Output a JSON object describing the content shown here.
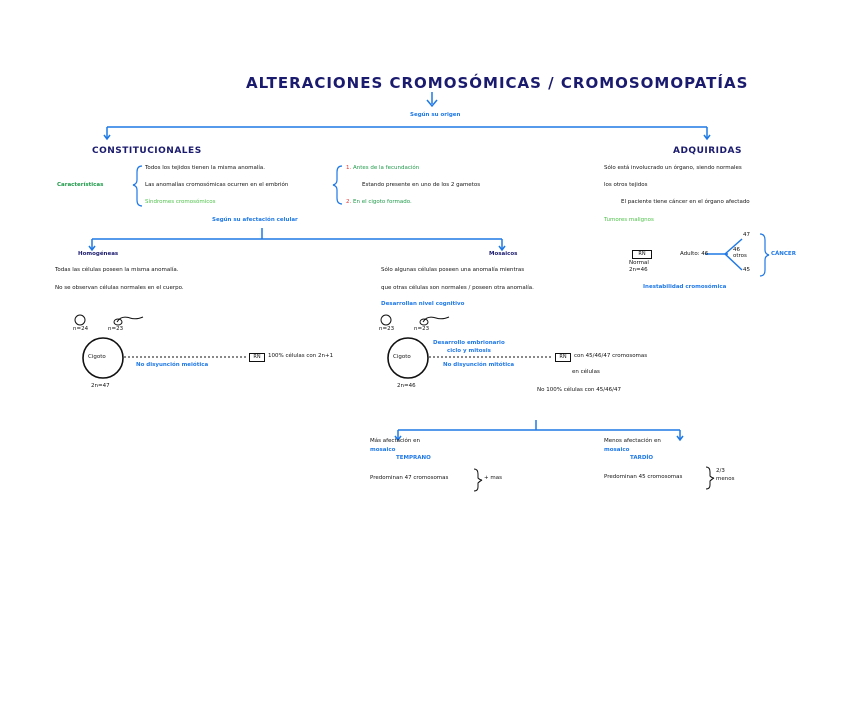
{
  "title": "ALTERACIONES CROMOSÓMICAS / CROMOSOMOPATÍAS",
  "segun_origen": "Según su origen",
  "constitucionales": {
    "heading": "CONSTITUCIONALES",
    "caracteristicas": "Características",
    "lines": [
      "Todos los tejidos tienen la misma anomalía.",
      "Las anomalías cromosómicas ocurren en el embrión",
      "Síndromes cromosómicos"
    ],
    "timing": [
      {
        "num": "1.",
        "text": "Antes de la fecundación"
      },
      {
        "num": "",
        "text": "Estando presente en uno de los 2 gametos"
      },
      {
        "num": "2.",
        "text": "En el cigoto formado."
      }
    ],
    "segun_afectacion": "Según su afectación celular"
  },
  "adquiridas": {
    "heading": "ADQUIRIDAS",
    "lines": [
      "Sólo está involucrado un órgano, siendo normales",
      "los otros tejidos",
      "El paciente tiene cáncer en el órgano afectado",
      "Tumores malignos"
    ],
    "rn_label": "RN",
    "normal": "Normal",
    "n_normal": "2n=46",
    "adulto": "Adulto: 46",
    "top_num": "47",
    "mid_label": "46",
    "mid_sub": "otros",
    "bottom_num": "45",
    "cancer": "CÁNCER",
    "inestabilidad": "Inestabilidad cromosómica"
  },
  "homogeneas": {
    "heading": "Homogéneas",
    "lines": [
      "Todas las células poseen la misma anomalía.",
      "No se observan células normales en el cuerpo."
    ],
    "ovulo": "n=24",
    "esperma": "n=23",
    "cigoto": "Cigoto",
    "cigoto_n": "2n=47",
    "no_disyuncion": "No disyunción meiótica",
    "rn": "RN",
    "rn_text": "100% células con 2n+1"
  },
  "mosaicos": {
    "heading": "Mosaicos",
    "lines": [
      "Sólo algunas células poseen una anomalía mientras",
      "que otras células son normales / poseen otra anomalía."
    ],
    "desarrollo": "Desarrollan nivel cognitivo",
    "ovulo": "n=23",
    "esperma": "n=23",
    "cigoto": "Cigoto",
    "cigoto_n": "2n=46",
    "desarrollo_emb": "Desarrollo embrionario",
    "ciclo": "ciclo y mitosis",
    "no_disyuncion": "No disyunción mitótica",
    "rn": "RN",
    "rn_text": "con 45/46/47 cromosomas",
    "en_celulas": "en células",
    "no_100": "No 100% células con 45/46/47",
    "mas": {
      "line1": "Más afectación en",
      "line2": "mosaico",
      "line3": "TEMPRANO",
      "predominan": "Predominan 47 cromosomas",
      "brace": "+ mas"
    },
    "menos": {
      "line1": "Menos afectación en",
      "line2": "mosaico",
      "line3": "TARDÍO",
      "predominan": "Predominan 45 cromosomas",
      "brace1": "2/3",
      "brace2": "menos"
    }
  },
  "colors": {
    "navy": "#1a1a6e",
    "blue": "#1e78e6",
    "green": "#1f9a4a",
    "red": "#e6322d",
    "light_green": "#4fc24a"
  }
}
